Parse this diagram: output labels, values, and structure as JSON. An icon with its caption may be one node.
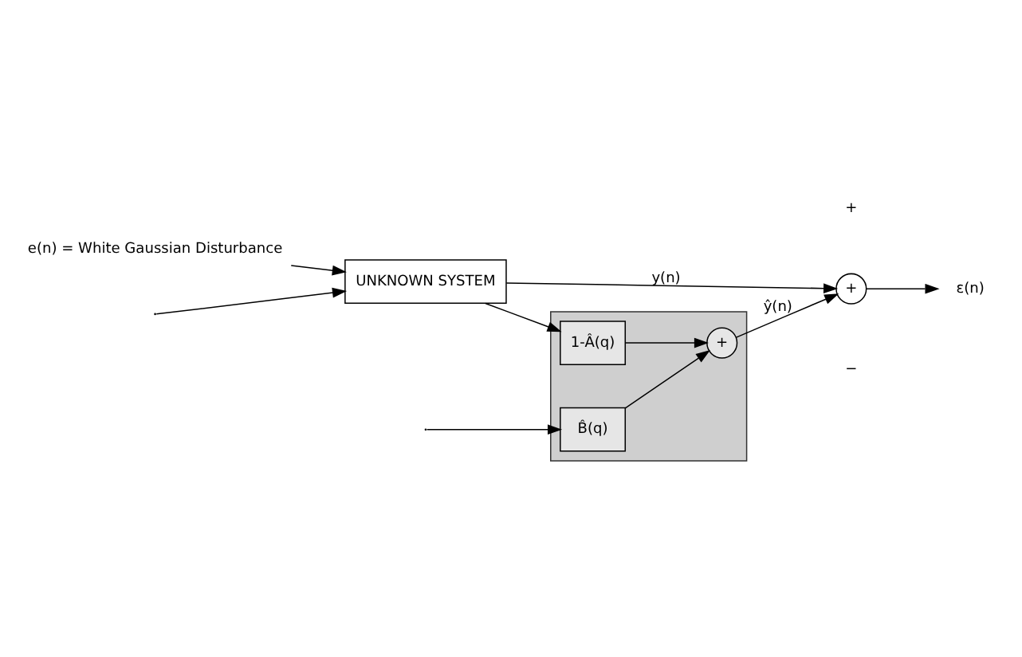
{
  "diagram": {
    "nodes": [
      {
        "text": [
          "e(n) = White Gaussian Disturbance"
        ]
      },
      {
        "text": [
          "UNKNOWN SYSTEM"
        ]
      },
      {
        "text": [],
        "shape": "box"
      },
      {
        "text": [
          "B̂(q)"
        ],
        "in": 2
      },
      {
        "text": [
          "+"
        ],
        "in": 2
      },
      {
        "text": [
          "1-Â(q)"
        ],
        "in": 2
      },
      {
        "text": [
          "+"
        ]
      },
      {
        "text": [
          "ε(n)"
        ]
      }
    ],
    "edges": [
      {
        "from": 0,
        "to": 1,
        "arrow": "to"
      },
      {
        "from": null,
        "to": 1,
        "arrow": "to"
      },
      {
        "from": null,
        "to": 3,
        "arrow": "to"
      },
      {
        "from": 1,
        "to": 6,
        "arrow": "to",
        "label": "y(n)"
      },
      {
        "from": 1,
        "to": 5,
        "arrow": "to"
      },
      {
        "from": 3,
        "to": 4,
        "arrow": "to"
      },
      {
        "from": 5,
        "to": 4,
        "arrow": "to"
      },
      {
        "from": 4,
        "to": 6,
        "arrow": "to",
        "label": "ŷ(n)"
      },
      {
        "from": 6,
        "to": 7,
        "arrow": "to"
      }
    ],
    "labels": [
      "+",
      "−"
    ]
  }
}
